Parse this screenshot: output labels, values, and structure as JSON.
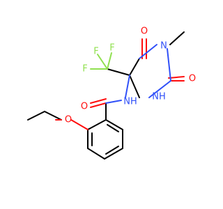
{
  "molecule": {
    "colors": {
      "carbon": "#000000",
      "oxygen": "#ff0d0d",
      "nitrogen": "#3050f8",
      "fluorine": "#90e050"
    },
    "atoms": {
      "ring_n_methyl": "N",
      "ring_nh": "NH",
      "amide_nh": "NH",
      "ring_o_top": "O",
      "ring_o_right": "O",
      "amide_o": "O",
      "ether_o": "O",
      "f_top1": "F",
      "f_top2": "F",
      "f_left": "F"
    }
  }
}
